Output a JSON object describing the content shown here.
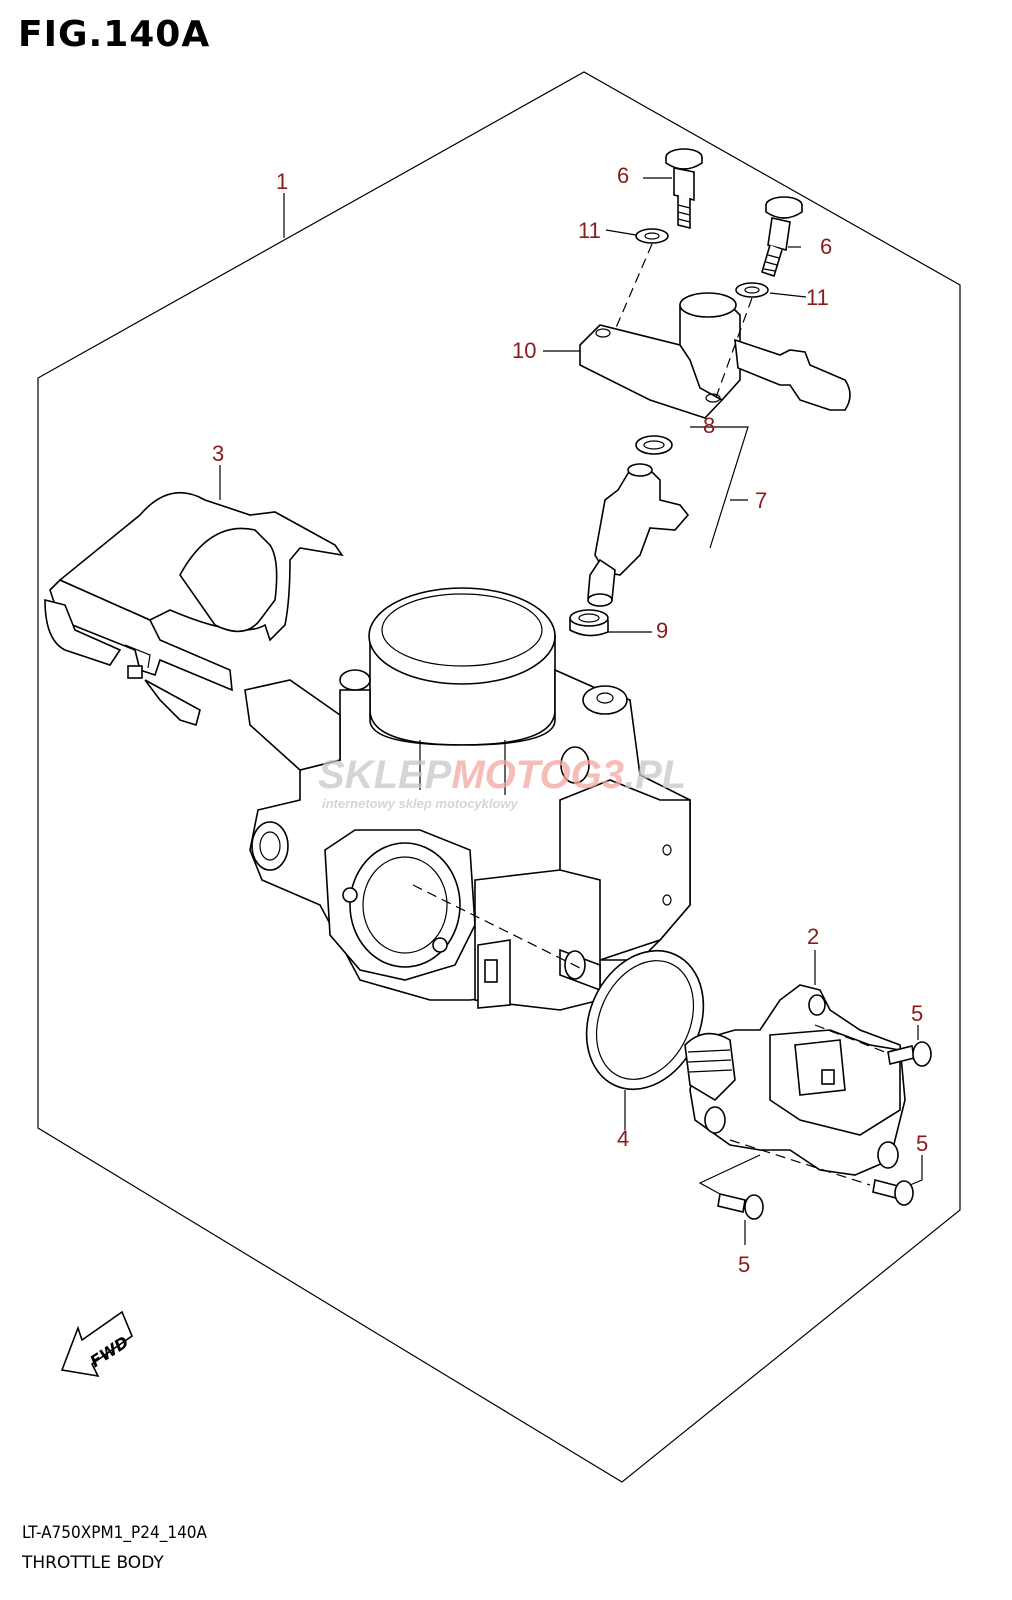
{
  "figure": {
    "title": "FIG.140A",
    "model_code": "LT-A750XPM1_P24_140A",
    "section_title": "THROTTLE BODY"
  },
  "callouts": [
    "1",
    "2",
    "3",
    "4",
    "5",
    "5",
    "5",
    "6",
    "6",
    "7",
    "8",
    "9",
    "10",
    "11",
    "11"
  ],
  "fwd_label": "FWD",
  "watermark": {
    "text_main_a": "SKLEP",
    "text_main_b": "MOTO",
    "text_main_c": "G3",
    "text_main_d": ".PL",
    "text_sub": "internetowy sklep motocyklowy"
  },
  "colors": {
    "callout": "#8b1a1a",
    "line": "#000000",
    "watermark_gray": "#c8c8c8",
    "watermark_red": "#f4a6a0"
  }
}
